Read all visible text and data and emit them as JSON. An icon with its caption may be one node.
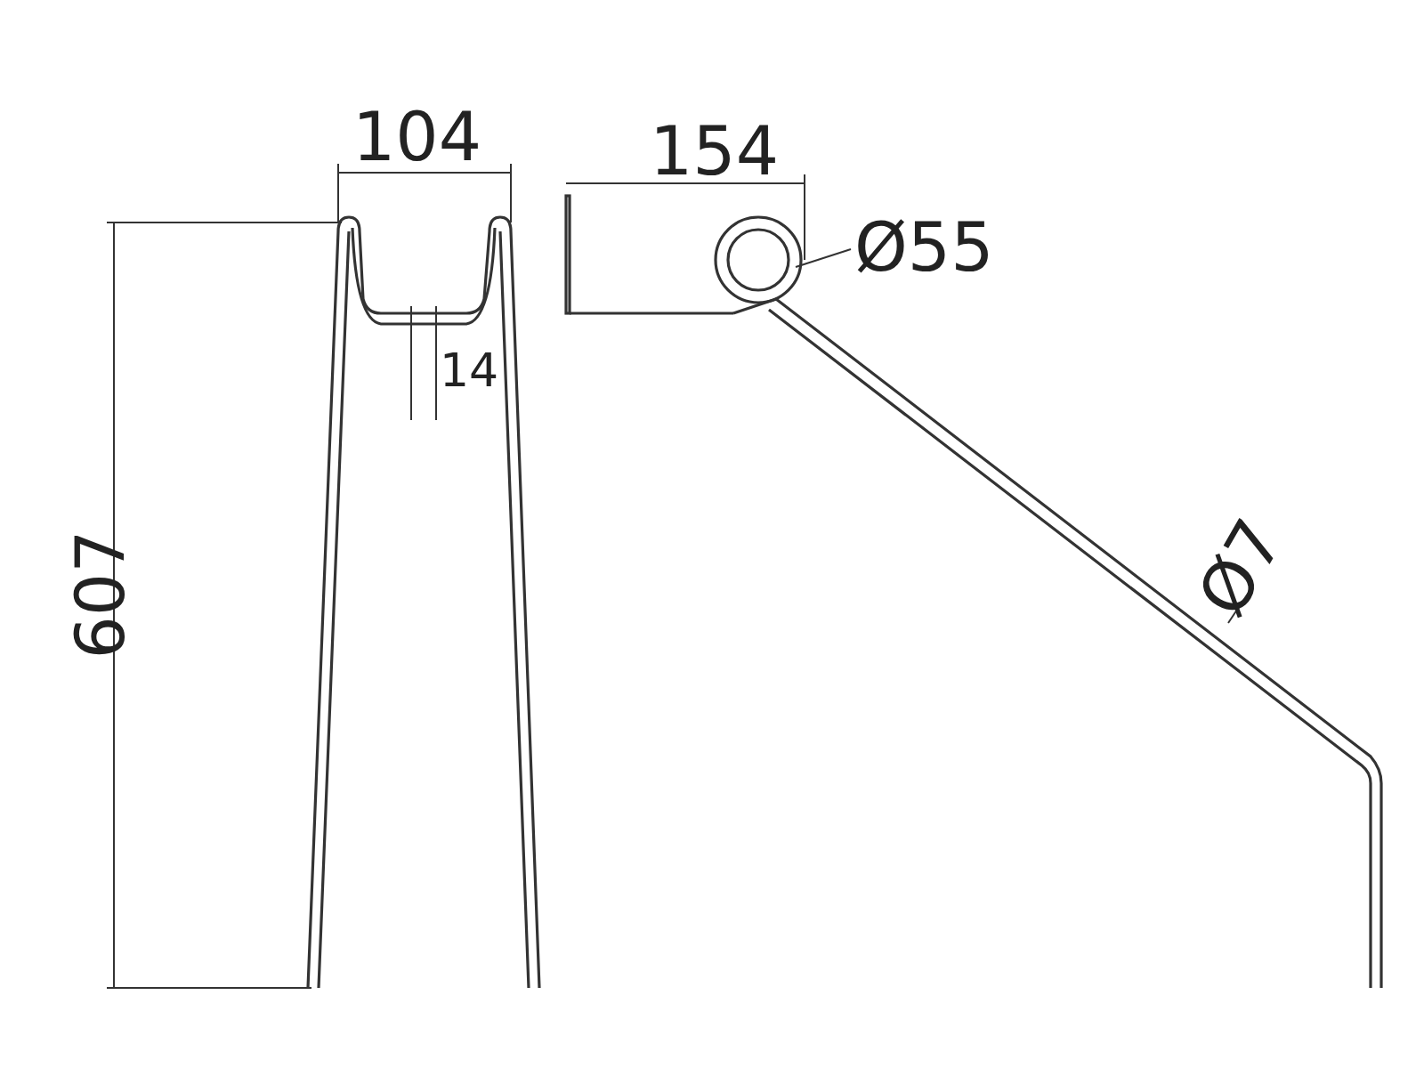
{
  "diagram": {
    "labels": [
      "104",
      "154",
      "Ø55",
      "14",
      "607",
      "Ø7"
    ]
  }
}
